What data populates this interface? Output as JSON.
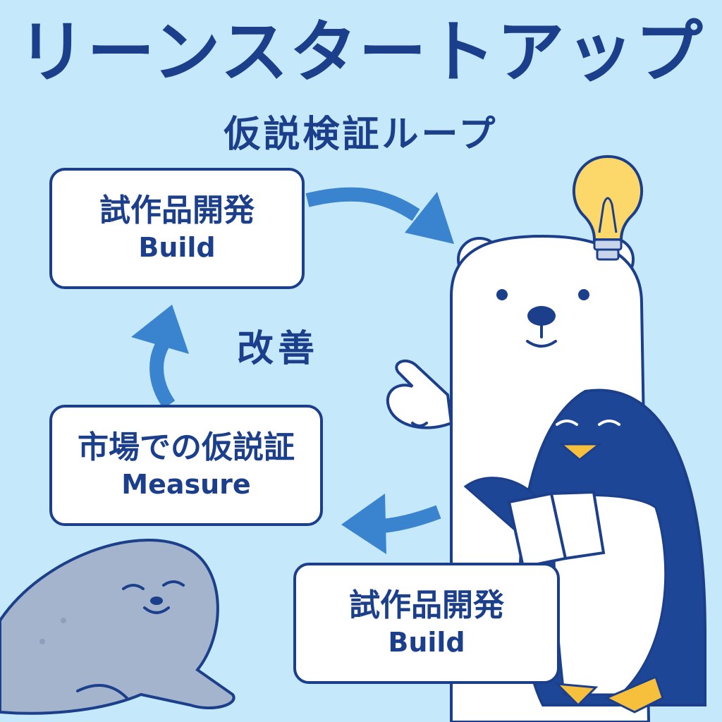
{
  "header": {
    "title": "リーンスタートアップ",
    "subtitle": "仮説検証ループ"
  },
  "steps": [
    {
      "id": "build-top",
      "jp": "試作品開発",
      "en": "Build"
    },
    {
      "id": "measure",
      "jp": "市場での仮説証",
      "en": "Measure"
    },
    {
      "id": "build-bottom",
      "jp": "試作品開発",
      "en": "Build"
    }
  ],
  "center_label": "改善",
  "colors": {
    "background": "#c5e8fb",
    "primary": "#1c3f8c",
    "arrow": "#3a84cf",
    "bulb": "#fcd86a",
    "seal": "#a3b4cc",
    "penguin": "#1d4696",
    "beak": "#f6bf3c"
  },
  "icons": [
    "lightbulb-icon",
    "polar-bear-icon",
    "penguin-icon",
    "seal-icon",
    "book-icon"
  ]
}
